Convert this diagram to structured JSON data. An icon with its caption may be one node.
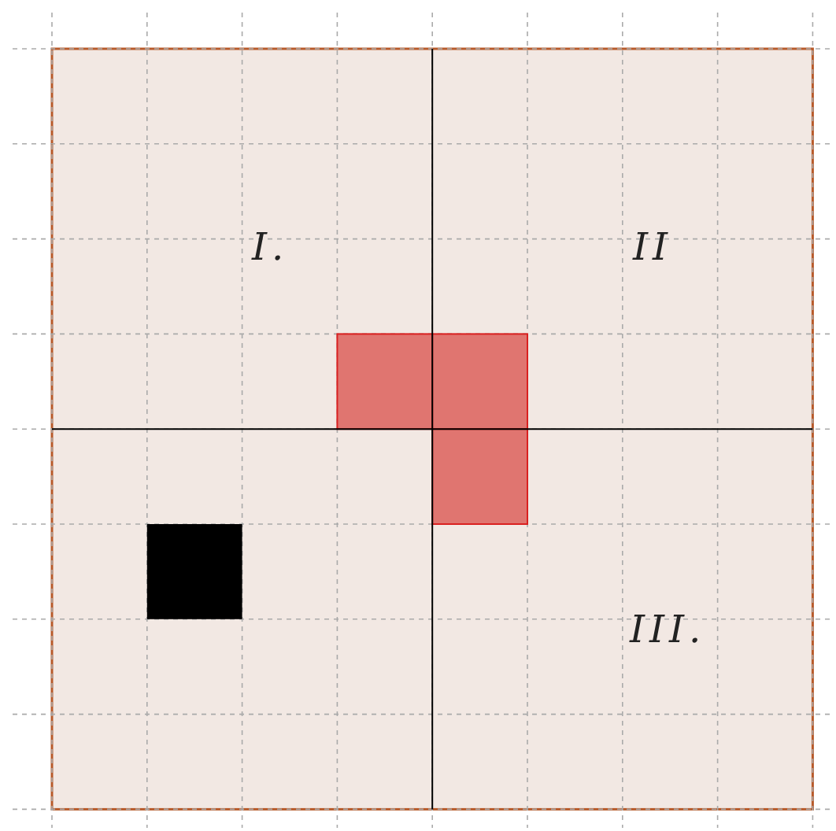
{
  "diagram": {
    "labels": [
      "I.",
      "II",
      "III."
    ]
  }
}
